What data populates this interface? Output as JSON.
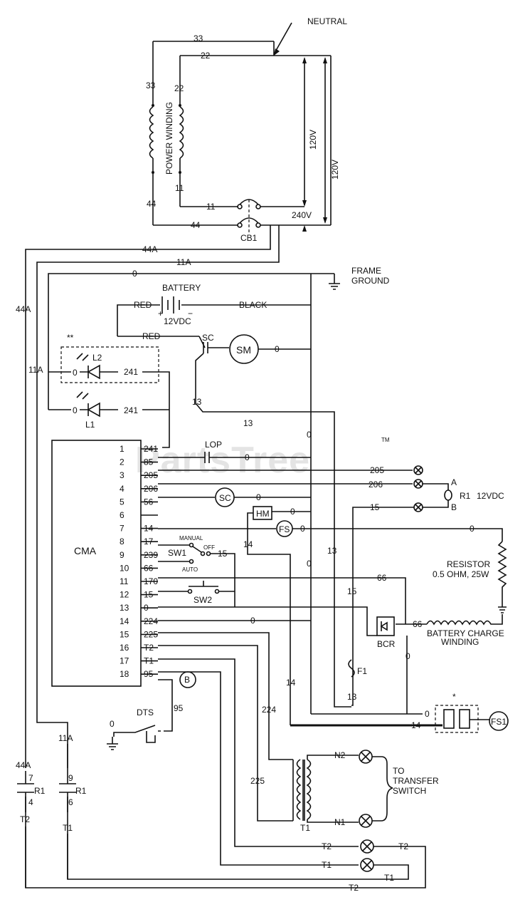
{
  "watermark": {
    "text": "PartsTree",
    "tm": "TM"
  },
  "top": {
    "neutral": "NEUTRAL",
    "w33": "33",
    "w22": "22",
    "w33b": "33",
    "w22b": "22",
    "power_winding": "POWER WINDING",
    "w44": "44",
    "w11": "11",
    "w11b": "11",
    "w44b": "44",
    "v120a": "120V",
    "v120b": "120V",
    "v240": "240V",
    "cb1": "CB1"
  },
  "mid": {
    "w44a": "44A",
    "w11a": "11A",
    "w44a_side": "44A",
    "w11a_side": "11A",
    "w0": "0",
    "frame_ground": [
      "FRAME",
      "GROUND"
    ],
    "battery": "BATTERY",
    "battery_v": "12VDC",
    "red": "RED",
    "red2": "RED",
    "black": "BLACK",
    "plus": "+",
    "minus": "−",
    "sc": "SC",
    "sm": "SM",
    "stars2": "**",
    "l2": "L2",
    "l1": "L1",
    "w241a": "241",
    "w241b": "241",
    "w13": "13",
    "w13b": "13",
    "w0b": "0",
    "w0c": "0",
    "w0d": "0"
  },
  "cma": {
    "label": "CMA",
    "pins": [
      {
        "n": "1",
        "w": "241"
      },
      {
        "n": "2",
        "w": "85"
      },
      {
        "n": "3",
        "w": "205"
      },
      {
        "n": "4",
        "w": "206"
      },
      {
        "n": "5",
        "w": "56"
      },
      {
        "n": "6",
        "w": ""
      },
      {
        "n": "7",
        "w": "14"
      },
      {
        "n": "8",
        "w": "17"
      },
      {
        "n": "9",
        "w": "239"
      },
      {
        "n": "10",
        "w": "66"
      },
      {
        "n": "11",
        "w": "170"
      },
      {
        "n": "12",
        "w": "15"
      },
      {
        "n": "13",
        "w": "0"
      },
      {
        "n": "14",
        "w": "224"
      },
      {
        "n": "15",
        "w": "225"
      },
      {
        "n": "16",
        "w": "T2"
      },
      {
        "n": "17",
        "w": "T1"
      },
      {
        "n": "18",
        "w": "95"
      }
    ]
  },
  "right": {
    "lop": "LOP",
    "w0lop": "0",
    "w205": "205",
    "w206": "206",
    "a": "A",
    "b": "B",
    "r1": "R1",
    "r1v": "12VDC",
    "w15": "15",
    "hm": "HM",
    "w0hm": "0",
    "fs": "FS",
    "w0fs": "0",
    "w0far": "0",
    "w14": "14",
    "manual": "MANUAL",
    "off": "OFF",
    "auto": "AUTO",
    "sw1": "SW1",
    "w15s": "15",
    "sw2": "SW2",
    "resistor": "RESISTOR",
    "resistor_val": "0.5 OHM, 25W",
    "w66": "66",
    "w66b": "66",
    "bcr": "BCR",
    "w0bcr": "0",
    "battery_charge": [
      "BATTERY CHARGE",
      "WINDING"
    ],
    "w15v": "15",
    "w13v": "13",
    "f1": "F1",
    "w13f": "13",
    "w14v": "14",
    "w0m": "0",
    "w0n": "0",
    "w14f": "14",
    "w0fs1": "0",
    "fs1": "FS1",
    "star": "*",
    "b_circle": "B"
  },
  "bottom": {
    "dts": "DTS",
    "w95": "95",
    "w0dts": "0",
    "w224": "224",
    "w225": "225",
    "n2": "N2",
    "n1": "N1",
    "t1_label": "T1",
    "to_transfer": [
      "TO",
      "TRANSFER",
      "SWITCH"
    ],
    "w44a_b": "44A",
    "r1_7": "7",
    "r1_4": "4",
    "r1_a": "R1",
    "t2_l": "T2",
    "w11a_b": "11A",
    "r1_9": "9",
    "r1_6": "6",
    "r1_b": "R1",
    "t1_l": "T1",
    "t2_a": "T2",
    "t2_b": "T2",
    "t1_a": "T1",
    "t1_b": "T1",
    "t2_bottom": "T2"
  }
}
